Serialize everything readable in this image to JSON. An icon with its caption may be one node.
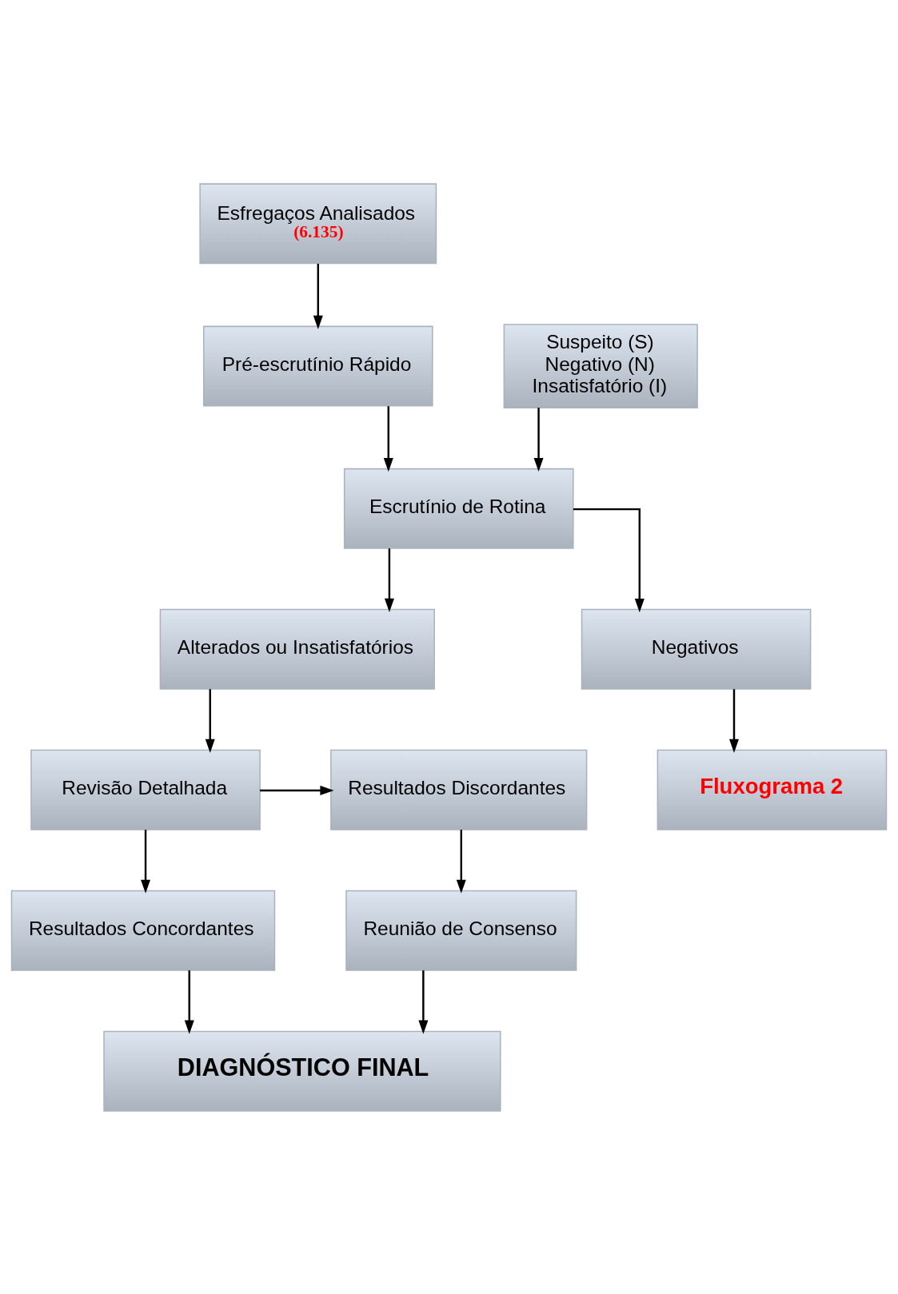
{
  "diagram": {
    "nodes": [
      {
        "text": [
          "Esfregaços Analisados",
          "(6.135)"
        ]
      },
      {
        "text": [
          "Pré-escrutínio Rápido"
        ]
      },
      {
        "text": [
          "Suspeito (S)",
          "Negativo (N)",
          "Insatisfatório (I)"
        ]
      },
      {
        "text": [
          "Escrutínio de Rotina"
        ]
      },
      {
        "text": [
          "Alterados ou Insatisfatórios"
        ]
      },
      {
        "text": [
          "Negativos"
        ]
      },
      {
        "text": [
          "Revisão Detalhada"
        ]
      },
      {
        "text": [
          "Resultados Discordantes"
        ]
      },
      {
        "text": [
          "Fluxograma 2"
        ]
      },
      {
        "text": [
          "Resultados Concordantes"
        ]
      },
      {
        "text": [
          "Reunião de Consenso"
        ]
      },
      {
        "text": [
          "DIAGNÓSTICO FINAL"
        ]
      }
    ],
    "edges": [
      {
        "from": 0,
        "to": 1,
        "arrow": "to"
      },
      {
        "from": 1,
        "to": 3,
        "arrow": "to"
      },
      {
        "from": 2,
        "to": 3,
        "arrow": "to"
      },
      {
        "from": 3,
        "to": 4,
        "arrow": "to"
      },
      {
        "from": 3,
        "to": 5,
        "arrow": "to"
      },
      {
        "from": 4,
        "to": 6,
        "arrow": "to"
      },
      {
        "from": 6,
        "to": 7,
        "arrow": "to"
      },
      {
        "from": 6,
        "to": 9,
        "arrow": "to"
      },
      {
        "from": 7,
        "to": 10,
        "arrow": "to"
      },
      {
        "from": 5,
        "to": 8,
        "arrow": "to"
      },
      {
        "from": 9,
        "to": 11,
        "arrow": "to"
      },
      {
        "from": 10,
        "to": 11,
        "arrow": "to"
      }
    ]
  }
}
